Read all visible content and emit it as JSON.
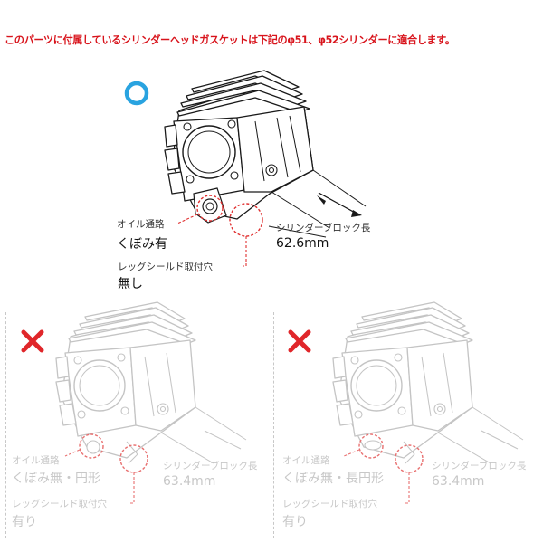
{
  "header": {
    "text": "このパーツに付属しているシリンダーヘッドガスケットは下記のφ51、φ52シリンダーに適合します。"
  },
  "colors": {
    "header_red": "#d8141c",
    "ok_blue": "#29a3e0",
    "ng_red": "#e0262a",
    "callout_red": "#e03030"
  },
  "compatible": {
    "mark_icon": "circle-ok-icon",
    "oil_passage_label": "オイル通路",
    "oil_passage_value": "くぼみ有",
    "block_length_label": "シリンダーブロック長",
    "block_length_value": "62.6mm",
    "leg_shield_label": "レッグシールド取付穴",
    "leg_shield_value": "無し"
  },
  "incompatible": [
    {
      "mark_icon": "cross-ng-icon",
      "oil_passage_label": "オイル通路",
      "oil_passage_value": "くぼみ無・円形",
      "block_length_label": "シリンダーブロック長",
      "block_length_value": "63.4mm",
      "leg_shield_label": "レッグシールド取付穴",
      "leg_shield_value": "有り"
    },
    {
      "mark_icon": "cross-ng-icon",
      "oil_passage_label": "オイル通路",
      "oil_passage_value": "くぼみ無・長円形",
      "block_length_label": "シリンダーブロック長",
      "block_length_value": "63.4mm",
      "leg_shield_label": "レッグシールド取付穴",
      "leg_shield_value": "有り"
    }
  ]
}
